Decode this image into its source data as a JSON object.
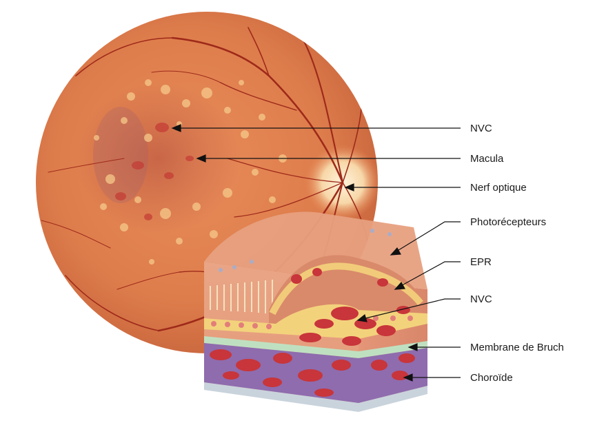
{
  "labels": [
    {
      "key": "nvc_top",
      "text": "NVC"
    },
    {
      "key": "macula",
      "text": "Macula"
    },
    {
      "key": "optic_nerve",
      "text": "Nerf optique"
    },
    {
      "key": "photoreceptors",
      "text": "Photorécepteurs"
    },
    {
      "key": "epr",
      "text": "EPR"
    },
    {
      "key": "nvc_bottom",
      "text": "NVC"
    },
    {
      "key": "bruch",
      "text": "Membrane de Bruch"
    },
    {
      "key": "choroid",
      "text": "Choroïde"
    }
  ],
  "colors": {
    "fundus_base": "#e0804f",
    "fundus_dark": "#c4603a",
    "vessel": "#9e2a1a",
    "optic_disc": "#fbe6c4",
    "exudate": "#f6c98a",
    "epr_layer": "#f3d27c",
    "bruch_layer": "#bfe0c0",
    "choroid": "#8e6cae",
    "blood": "#c8353a",
    "leader_line": "#111111"
  }
}
